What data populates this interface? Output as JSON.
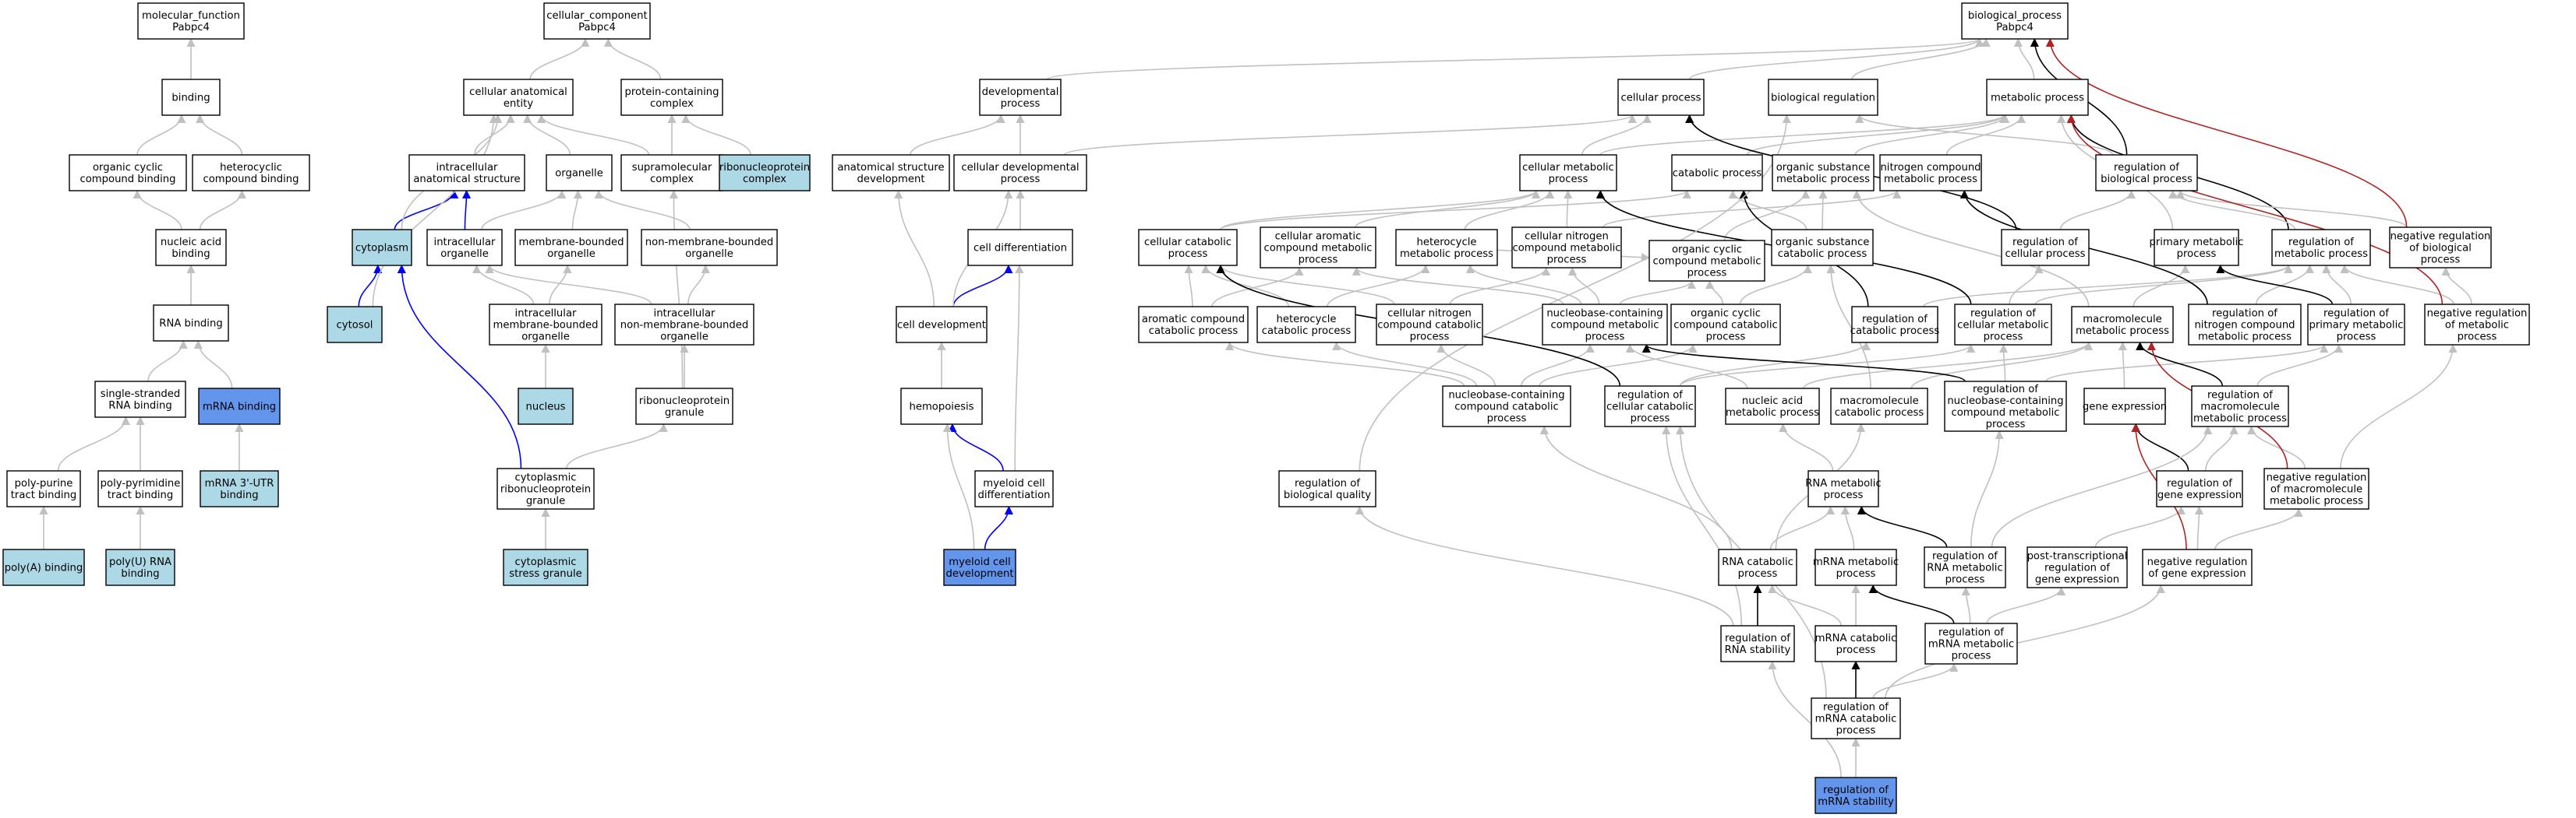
{
  "colors": {
    "node_default": "#ffffff",
    "node_light": "#add8e6",
    "node_highlight": "#6495ed",
    "edge_gray": "#c0c0c0",
    "edge_black": "#000000",
    "edge_blue": "#0000ff",
    "edge_red": "#b22222"
  },
  "nodes": {
    "mf": [
      "molecular_function",
      "Pabpc4"
    ],
    "cc": [
      "cellular_component",
      "Pabpc4"
    ],
    "bp": [
      "biological_process",
      "Pabpc4"
    ],
    "binding": [
      "binding"
    ],
    "organic_cyclic_binding": [
      "organic cyclic",
      "compound binding"
    ],
    "heterocyclic_binding": [
      "heterocyclic",
      "compound binding"
    ],
    "nucleic_acid_binding": [
      "nucleic acid",
      "binding"
    ],
    "rna_binding": [
      "RNA binding"
    ],
    "ss_rna_binding": [
      "single-stranded",
      "RNA binding"
    ],
    "mrna_binding": [
      "mRNA binding"
    ],
    "polypurine": [
      "poly-purine",
      "tract binding"
    ],
    "polypyrimidine": [
      "poly-pyrimidine",
      "tract binding"
    ],
    "mrna_3utr": [
      "mRNA 3'-UTR",
      "binding"
    ],
    "polya": [
      "poly(A) binding"
    ],
    "polyu": [
      "poly(U) RNA",
      "binding"
    ],
    "cell_anat_entity": [
      "cellular anatomical",
      "entity"
    ],
    "protein_complex": [
      "protein-containing",
      "complex"
    ],
    "intracell_anat": [
      "intracellular",
      "anatomical structure"
    ],
    "organelle": [
      "organelle"
    ],
    "supramolecular": [
      "supramolecular",
      "complex"
    ],
    "rnp_complex": [
      "ribonucleoprotein",
      "complex"
    ],
    "cytoplasm": [
      "cytoplasm"
    ],
    "intracell_organelle": [
      "intracellular",
      "organelle"
    ],
    "membrane_bounded": [
      "membrane-bounded",
      "organelle"
    ],
    "non_membrane_bounded": [
      "non-membrane-bounded",
      "organelle"
    ],
    "cytosol": [
      "cytosol"
    ],
    "intracell_mb_org": [
      "intracellular",
      "membrane-bounded",
      "organelle"
    ],
    "intracell_nmb_org": [
      "intracellular",
      "non-membrane-bounded",
      "organelle"
    ],
    "nucleus": [
      "nucleus"
    ],
    "rnp_granule": [
      "ribonucleoprotein",
      "granule"
    ],
    "cyto_rnp_granule": [
      "cytoplasmic",
      "ribonucleoprotein",
      "granule"
    ],
    "cyto_stress_granule": [
      "cytoplasmic",
      "stress granule"
    ],
    "dev_process": [
      "developmental",
      "process"
    ],
    "anat_struct_dev": [
      "anatomical structure",
      "development"
    ],
    "cell_dev_process": [
      "cellular developmental",
      "process"
    ],
    "cell_diff": [
      "cell differentiation"
    ],
    "cell_dev": [
      "cell development"
    ],
    "hemopoiesis": [
      "hemopoiesis"
    ],
    "myeloid_diff": [
      "myeloid cell",
      "differentiation"
    ],
    "myeloid_dev": [
      "myeloid cell",
      "development"
    ],
    "cellular_process": [
      "cellular process"
    ],
    "bio_regulation": [
      "biological regulation"
    ],
    "metabolic_process": [
      "metabolic process"
    ],
    "cell_metabolic": [
      "cellular metabolic",
      "process"
    ],
    "catabolic_process": [
      "catabolic process"
    ],
    "organic_subst_metab": [
      "organic substance",
      "metabolic process"
    ],
    "nitrogen_compound_metab": [
      "nitrogen compound",
      "metabolic process"
    ],
    "reg_bio_process": [
      "regulation of",
      "biological process"
    ],
    "cell_catabolic": [
      "cellular catabolic",
      "process"
    ],
    "cell_aromatic_metab": [
      "cellular aromatic",
      "compound metabolic",
      "process"
    ],
    "heterocycle_metab": [
      "heterocycle",
      "metabolic process"
    ],
    "cell_nitrogen_metab": [
      "cellular nitrogen",
      "compound metabolic",
      "process"
    ],
    "organic_cyclic_metab": [
      "organic cyclic",
      "compound metabolic",
      "process"
    ],
    "organic_subst_catab": [
      "organic substance",
      "catabolic process"
    ],
    "reg_cellular_process": [
      "regulation of",
      "cellular process"
    ],
    "primary_metab": [
      "primary metabolic",
      "process"
    ],
    "reg_metab_process": [
      "regulation of",
      "metabolic process"
    ],
    "neg_reg_bio": [
      "negative regulation",
      "of biological",
      "process"
    ],
    "aromatic_catab": [
      "aromatic compound",
      "catabolic process"
    ],
    "heterocycle_catab": [
      "heterocycle",
      "catabolic process"
    ],
    "cell_nitrogen_catab": [
      "cellular nitrogen",
      "compound catabolic",
      "process"
    ],
    "nucleobase_metab": [
      "nucleobase-containing",
      "compound metabolic",
      "process"
    ],
    "organic_cyclic_catab": [
      "organic cyclic",
      "compound catabolic",
      "process"
    ],
    "reg_catabolic": [
      "regulation of",
      "catabolic process"
    ],
    "reg_cell_metab": [
      "regulation of",
      "cellular metabolic",
      "process"
    ],
    "macromolecule_metab": [
      "macromolecule",
      "metabolic process"
    ],
    "reg_nitrogen_metab": [
      "regulation of",
      "nitrogen compound",
      "metabolic process"
    ],
    "reg_primary_metab": [
      "regulation of",
      "primary metabolic",
      "process"
    ],
    "neg_reg_metab": [
      "negative regulation",
      "of metabolic",
      "process"
    ],
    "nucleobase_catab": [
      "nucleobase-containing",
      "compound catabolic",
      "process"
    ],
    "reg_cell_catab": [
      "regulation of",
      "cellular catabolic",
      "process"
    ],
    "nucleic_acid_metab": [
      "nucleic acid",
      "metabolic process"
    ],
    "macromolecule_catab": [
      "macromolecule",
      "catabolic process"
    ],
    "reg_nucleobase_metab": [
      "regulation of",
      "nucleobase-containing",
      "compound metabolic",
      "process"
    ],
    "gene_expression": [
      "gene expression"
    ],
    "reg_macromolecule_metab": [
      "regulation of",
      "macromolecule",
      "metabolic process"
    ],
    "reg_bio_quality": [
      "regulation of",
      "biological quality"
    ],
    "rna_metab": [
      "RNA metabolic",
      "process"
    ],
    "reg_gene_expr": [
      "regulation of",
      "gene expression"
    ],
    "neg_reg_macro_metab": [
      "negative regulation",
      "of macromolecule",
      "metabolic process"
    ],
    "rna_catab": [
      "RNA catabolic",
      "process"
    ],
    "mrna_metab": [
      "mRNA metabolic",
      "process"
    ],
    "reg_rna_metab": [
      "regulation of",
      "RNA metabolic",
      "process"
    ],
    "post_trans_reg": [
      "post-transcriptional",
      "regulation of",
      "gene expression"
    ],
    "neg_reg_gene_expr": [
      "negative regulation",
      "of gene expression"
    ],
    "reg_rna_stability": [
      "regulation of",
      "RNA stability"
    ],
    "mrna_catab": [
      "mRNA catabolic",
      "process"
    ],
    "reg_mrna_metab": [
      "regulation of",
      "mRNA metabolic",
      "process"
    ],
    "reg_mrna_catab": [
      "regulation of",
      "mRNA catabolic",
      "process"
    ],
    "reg_mrna_stability": [
      "regulation of",
      "mRNA stability"
    ]
  }
}
